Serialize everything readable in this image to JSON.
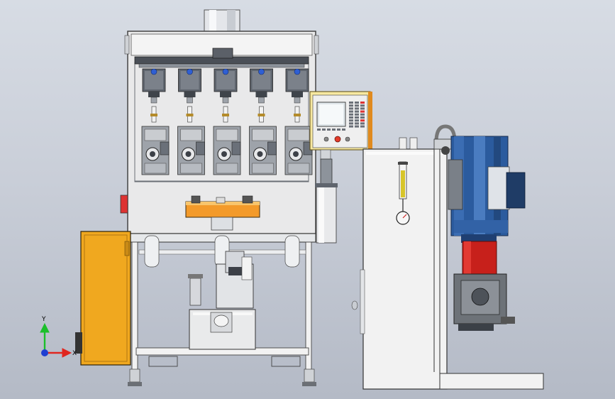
{
  "viewport": {
    "background_top": "#d7dce4",
    "background_bottom": "#b4bac6"
  },
  "machine": {
    "chamber_panel_color": "#e9e9ea",
    "frame_color": "#f2f2f2",
    "outline_color": "#3a3a3a",
    "fixture_color": "#9ea3aa",
    "spindle_color": "#5f656e",
    "accent_blue": "#2f5fd3",
    "station_count": 5
  },
  "cabinet": {
    "color": "#f0a81f"
  },
  "work_table": {
    "color": "#f39a2a"
  },
  "control_panel": {
    "housing_color": "#f7e8a0",
    "screen_color": "#dfe6ea",
    "icons": [
      "display-screen-icon",
      "keypad-icon",
      "emergency-stop-icon"
    ]
  },
  "hydraulic_station": {
    "tank_color": "#f2f2f2",
    "motor_color": "#2b5b9e",
    "coupling_color": "#c7201b",
    "pump_color": "#6d7278",
    "icons": [
      "pressure-gauge-icon",
      "level-gauge-icon",
      "lifting-eye-icon"
    ]
  },
  "coordinate_triad": {
    "y_label": "Y",
    "x_label": "X",
    "y_color": "#1bbf2a",
    "x_color": "#e0261f",
    "z_color": "#1f3fd1"
  }
}
